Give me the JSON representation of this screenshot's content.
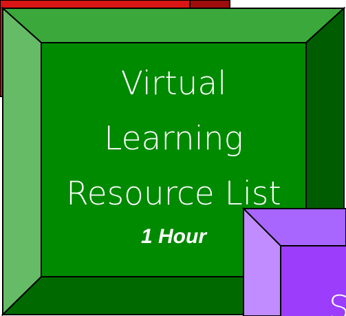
{
  "tiles": {
    "red_tile": {
      "colors": {
        "face": "#d91515",
        "bevel_dark": "#a00d0d",
        "bevel_light": "#e84848"
      }
    },
    "green_tile": {
      "title_lines": [
        "Virtual",
        "Learning",
        "Resource List"
      ],
      "subtitle": "1 Hour",
      "colors": {
        "face": "#008a00",
        "bevel_top": "#3ba83b",
        "bevel_left": "#66bb66",
        "bevel_right": "#005c00",
        "bevel_bottom": "#006a00",
        "text": "#ffffff"
      }
    },
    "purple_tile": {
      "visible_text": "S",
      "colors": {
        "face": "#9b3dfb",
        "bevel_top": "#a866ff",
        "bevel_left": "#c08cff",
        "text": "#ffffff"
      }
    }
  }
}
